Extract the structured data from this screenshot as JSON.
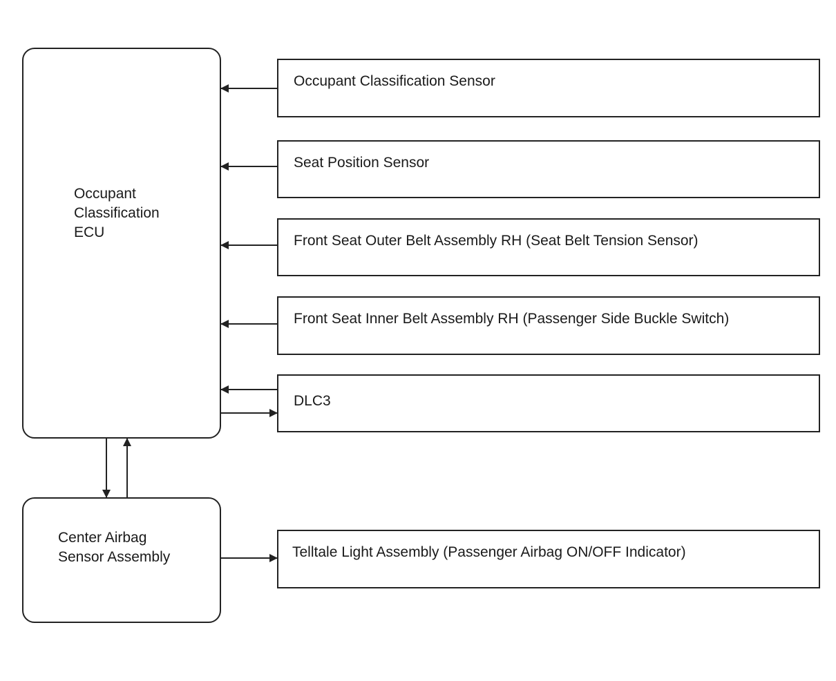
{
  "ecu": {
    "lines": [
      "Occupant",
      "Classification",
      "ECU"
    ]
  },
  "center_airbag": {
    "lines": [
      "Center Airbag",
      "Sensor Assembly"
    ]
  },
  "components": {
    "occupant_sensor": "Occupant Classification Sensor",
    "seat_position_sensor": "Seat Position Sensor",
    "outer_belt": "Front Seat Outer Belt Assembly RH (Seat Belt Tension Sensor)",
    "inner_belt": "Front Seat Inner Belt Assembly RH (Passenger Side Buckle Switch)",
    "dlc3": "DLC3",
    "telltale": "Telltale Light Assembly (Passenger Airbag ON/OFF Indicator)"
  },
  "colors": {
    "stroke": "#222222",
    "text": "#1a1a1a",
    "background": "#ffffff"
  }
}
